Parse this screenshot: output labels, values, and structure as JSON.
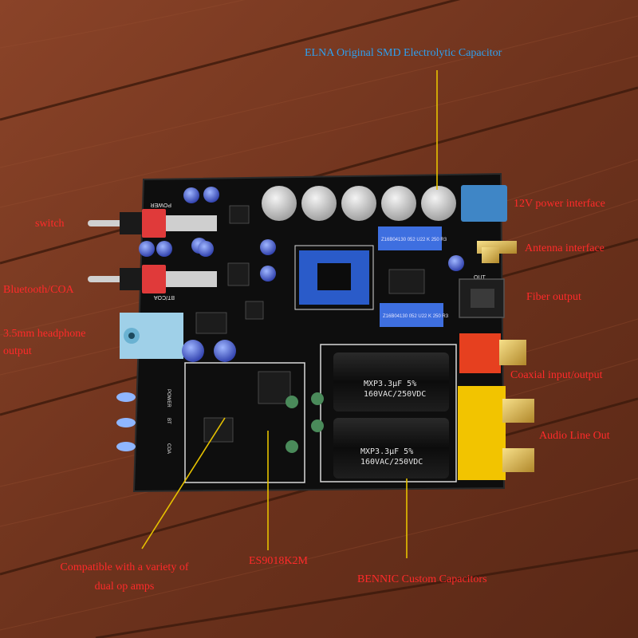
{
  "scene": {
    "description_icon": "audio-dac-pcb-board-on-wood",
    "colors": {
      "wood": "#7a3a22",
      "board": "#111111",
      "label_red": "#ff2a2a",
      "label_blue": "#2ea0f0",
      "leader_yellow": "#e6c200"
    }
  },
  "board": {
    "silkscreen_power": "POWER",
    "silkscreen_btcoa": "BT/COA",
    "silkscreen_out": "OUT",
    "silkscreen_led_power": "POWER",
    "silkscreen_led_bt": "BT",
    "silkscreen_led_coa": "COA",
    "film_cap_1_line1": "MXP3.3μF 5%",
    "film_cap_1_line2": "160VAC/250VDC",
    "film_cap_2_line1": "MXP3.3μF 5%",
    "film_cap_2_line2": "160VAC/250VDC",
    "blue_cap_1": "Z16B04130 052 U22 K 250 R3",
    "blue_cap_2": "Z16B04130 052 U22 K 250 R3"
  },
  "callouts": {
    "elna": "ELNA Original SMD Electrolytic Capacitor",
    "power12v": "12V power interface",
    "switch": "switch",
    "antenna": "Antenna interface",
    "bt_coa": "Bluetooth/COA",
    "fiber": "Fiber output",
    "headphone_line1": "3.5mm headphone",
    "headphone_line2": "output",
    "coaxial": "Coaxial input/output",
    "line_out": "Audio Line Out",
    "op_amps_line1": "Compatible with a variety of",
    "op_amps_line2": "dual op amps",
    "dac_chip": "ES9018K2M",
    "bennic": "BENNIC Custom Capacitors"
  }
}
